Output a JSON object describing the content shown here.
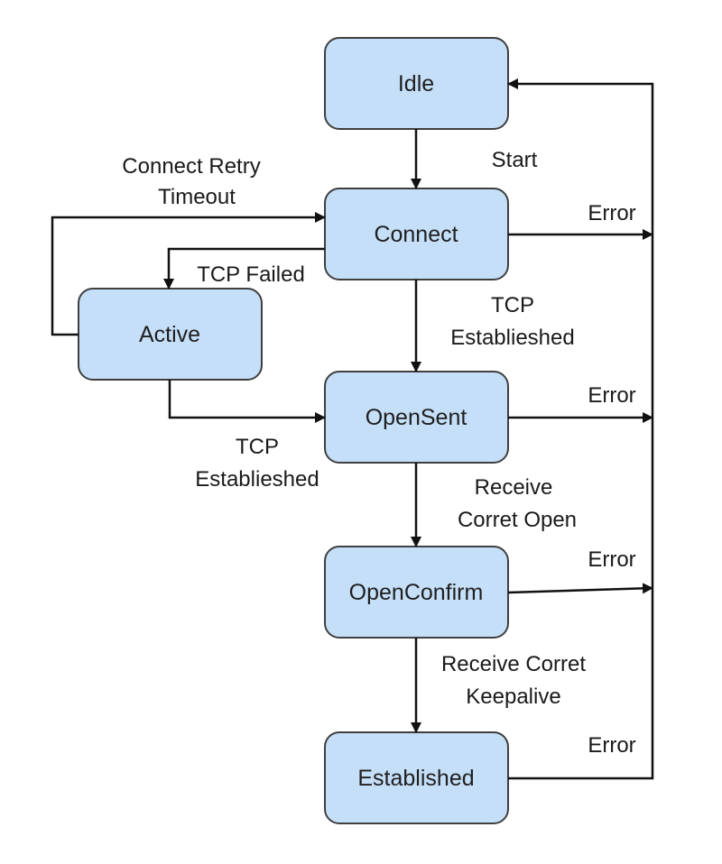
{
  "states": {
    "idle": "Idle",
    "connect": "Connect",
    "active": "Active",
    "opensent": "OpenSent",
    "openconfirm": "OpenConfirm",
    "established": "Established"
  },
  "labels": {
    "start": "Start",
    "connect_retry_line1": "Connect Retry",
    "connect_retry_line2": "Timeout",
    "tcp_failed": "TCP Failed",
    "tcp_established_1_line1": "TCP",
    "tcp_established_1_line2": "Establieshed",
    "tcp_established_2_line1": "TCP",
    "tcp_established_2_line2": "Establieshed",
    "receive_open_line1": "Receive",
    "receive_open_line2": "Corret Open",
    "receive_keepalive_line1": "Receive Corret",
    "receive_keepalive_line2": "Keepalive",
    "error_connect": "Error",
    "error_opensent": "Error",
    "error_openconfirm": "Error",
    "error_established": "Error"
  },
  "colors": {
    "state_fill": "#c5dff8",
    "state_stroke": "#3f3f3f",
    "edge": "#111111"
  }
}
